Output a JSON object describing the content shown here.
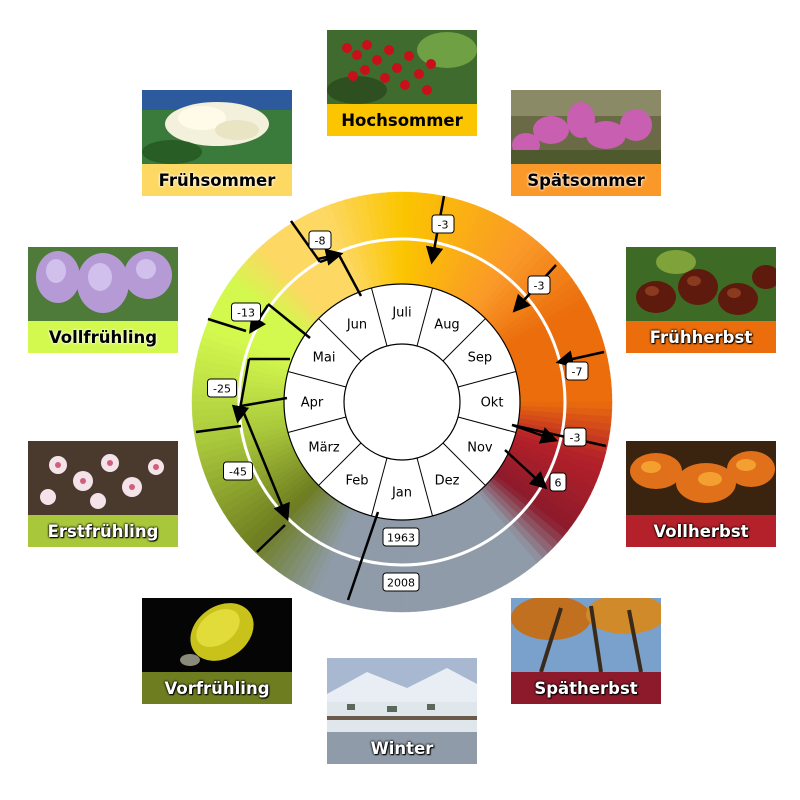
{
  "months": [
    "Jan",
    "Feb",
    "März",
    "Apr",
    "Mai",
    "Jun",
    "Juli",
    "Aug",
    "Sep",
    "Okt",
    "Nov",
    "Dez"
  ],
  "years": {
    "inner": "1963",
    "outer": "2008"
  },
  "shifts": [
    "-8",
    "-3",
    "-3",
    "-13",
    "-7",
    "-25",
    "-3",
    "-45",
    "6"
  ],
  "seasons": {
    "hochsommer": {
      "label": "Hochsommer",
      "color": "#fbc500",
      "icon": "red-currant-photo"
    },
    "fruehsommer": {
      "label": "Frühsommer",
      "color": "#fdd863",
      "icon": "elderflower-photo"
    },
    "spaetsommer": {
      "label": "Spätsommer",
      "color": "#fa9929",
      "icon": "heather-photo"
    },
    "vollfruehling": {
      "label": "Vollfrühling",
      "color": "#d3f84e",
      "icon": "lilac-photo"
    },
    "fruehherbst": {
      "label": "Frühherbst",
      "color": "#eb6d0c",
      "icon": "chestnut-photo"
    },
    "erstfruehling": {
      "label": "Erstfrühling",
      "color": "#a9c73b",
      "icon": "cherry-blossom-photo"
    },
    "vollherbst": {
      "label": "Vollherbst",
      "color": "#b5212a",
      "icon": "beech-leaves-photo"
    },
    "vorfruehling": {
      "label": "Vorfrühling",
      "color": "#6d7d20",
      "icon": "willow-catkin-photo"
    },
    "spaetherbst": {
      "label": "Spätherbst",
      "color": "#8c1a2b",
      "icon": "autumn-forest-photo"
    },
    "winter": {
      "label": "Winter",
      "color": "#8f9ba8",
      "icon": "snowy-village-photo"
    }
  }
}
